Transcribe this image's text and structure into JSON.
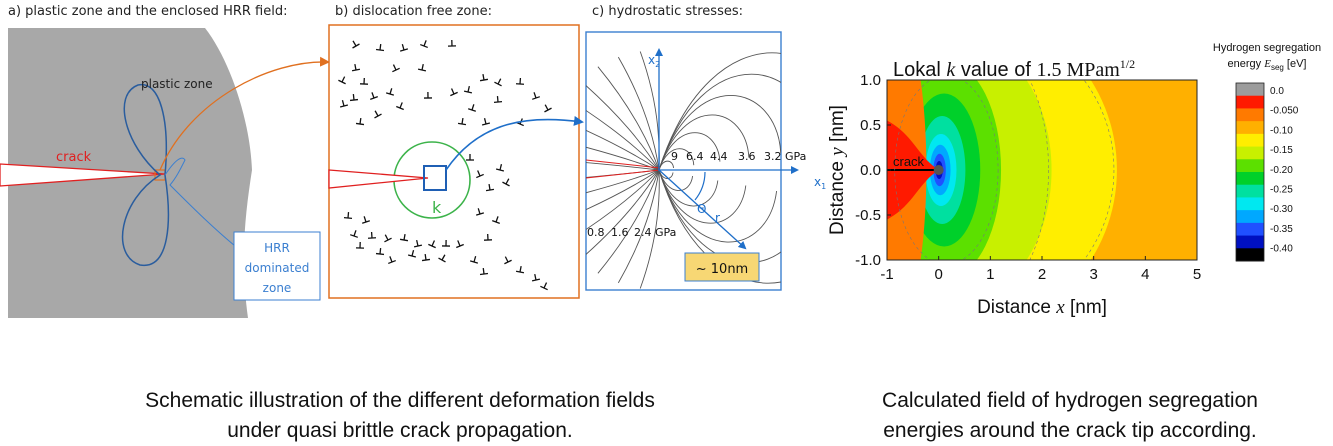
{
  "panel_a": {
    "heading": "a) plastic zone and the enclosed HRR field:",
    "plastic_zone_label": "plastic zone",
    "crack_label": "crack",
    "hrr_box_lines": [
      "HRR",
      "dominated",
      "zone"
    ]
  },
  "panel_b": {
    "heading": "b) dislocation free zone:",
    "k_label": "k"
  },
  "panel_c": {
    "heading": "c) hydrostatic stresses:",
    "axis_x": "x",
    "axis_x_sub": "1",
    "axis_y": "x",
    "axis_y_sub": "2",
    "theta_label": "Θ",
    "r_label": "r",
    "upper_stress_labels": [
      "9",
      "6.4",
      "4.4",
      "3.6",
      "3.2 GPa"
    ],
    "lower_stress_labels": [
      "0.8",
      "1.6",
      "2.4 GPa"
    ],
    "scale_label": "~ 10nm",
    "scale_color": "#f7d774"
  },
  "chart_data": {
    "type": "heatmap",
    "title_prefix": "Lokal ",
    "title_k": "k",
    "title_mid": " value of ",
    "title_value": "1.5 MPam",
    "title_sup": "1/2",
    "xlabel_prefix": "Distance ",
    "xlabel_var": "x",
    "xlabel_unit": " [nm]",
    "ylabel_prefix": "Distance ",
    "ylabel_var": "y",
    "ylabel_unit": " [nm]",
    "xlim": [
      -1,
      5
    ],
    "ylim": [
      -1.0,
      1.0
    ],
    "x_ticks": [
      "-1",
      "0",
      "1",
      "2",
      "3",
      "4",
      "5"
    ],
    "y_ticks": [
      "1.0",
      "0.5",
      "0.0",
      "-0.5",
      "-1.0"
    ],
    "crack_label": "crack",
    "colorbar_title_line1": "Hydrogen segregation",
    "colorbar_title_line2": "energy ",
    "colorbar_title_E": "E",
    "colorbar_title_sub": "seg",
    "colorbar_title_unit": " [eV]",
    "colorbar_levels": [
      "0.0",
      "-0.050",
      "-0.10",
      "-0.15",
      "-0.20",
      "-0.25",
      "-0.30",
      "-0.35",
      "-0.40"
    ],
    "colorbar_colors": [
      "#9c9c9c",
      "#ff1a00",
      "#ff7a00",
      "#ffb000",
      "#ffee00",
      "#c8f000",
      "#5ce000",
      "#00d02a",
      "#00e0a0",
      "#00e8f0",
      "#00a8ff",
      "#2050ff",
      "#0010c0",
      "#000000"
    ]
  },
  "captions": {
    "left_line1": "Schematic illustration of the different deformation fields",
    "left_line2": "under quasi brittle crack propagation.",
    "right_line1": "Calculated field of hydrogen segregation",
    "right_line2": "energies around the crack tip according."
  }
}
